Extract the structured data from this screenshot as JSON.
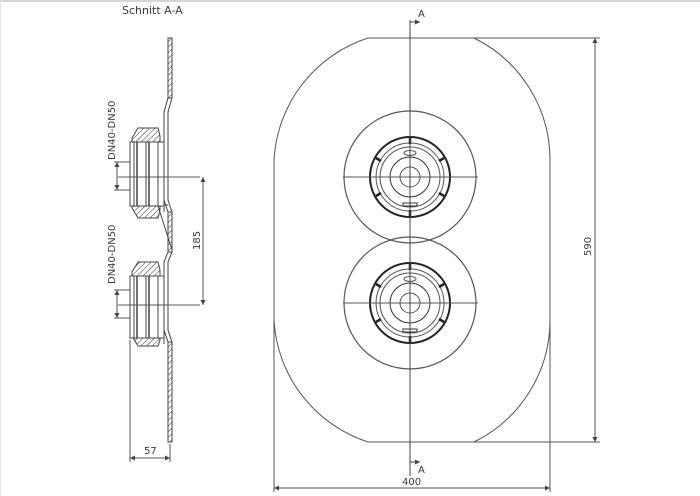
{
  "drawing": {
    "section_title": "Schnitt A-A",
    "section_marker_top": "A",
    "section_marker_bottom": "A",
    "colors": {
      "line": "#4a4a4a",
      "dark": "#222222",
      "background": "#ffffff"
    }
  },
  "side_view": {
    "fitting_upper_label": "DN40-DN50",
    "fitting_lower_label": "DN40-DN50",
    "dim_spacing": "185",
    "dim_depth": "57"
  },
  "plan_view": {
    "dim_width": "400",
    "dim_height": "590",
    "fittings": [
      {
        "name": "upper-fitting"
      },
      {
        "name": "lower-fitting"
      }
    ]
  }
}
